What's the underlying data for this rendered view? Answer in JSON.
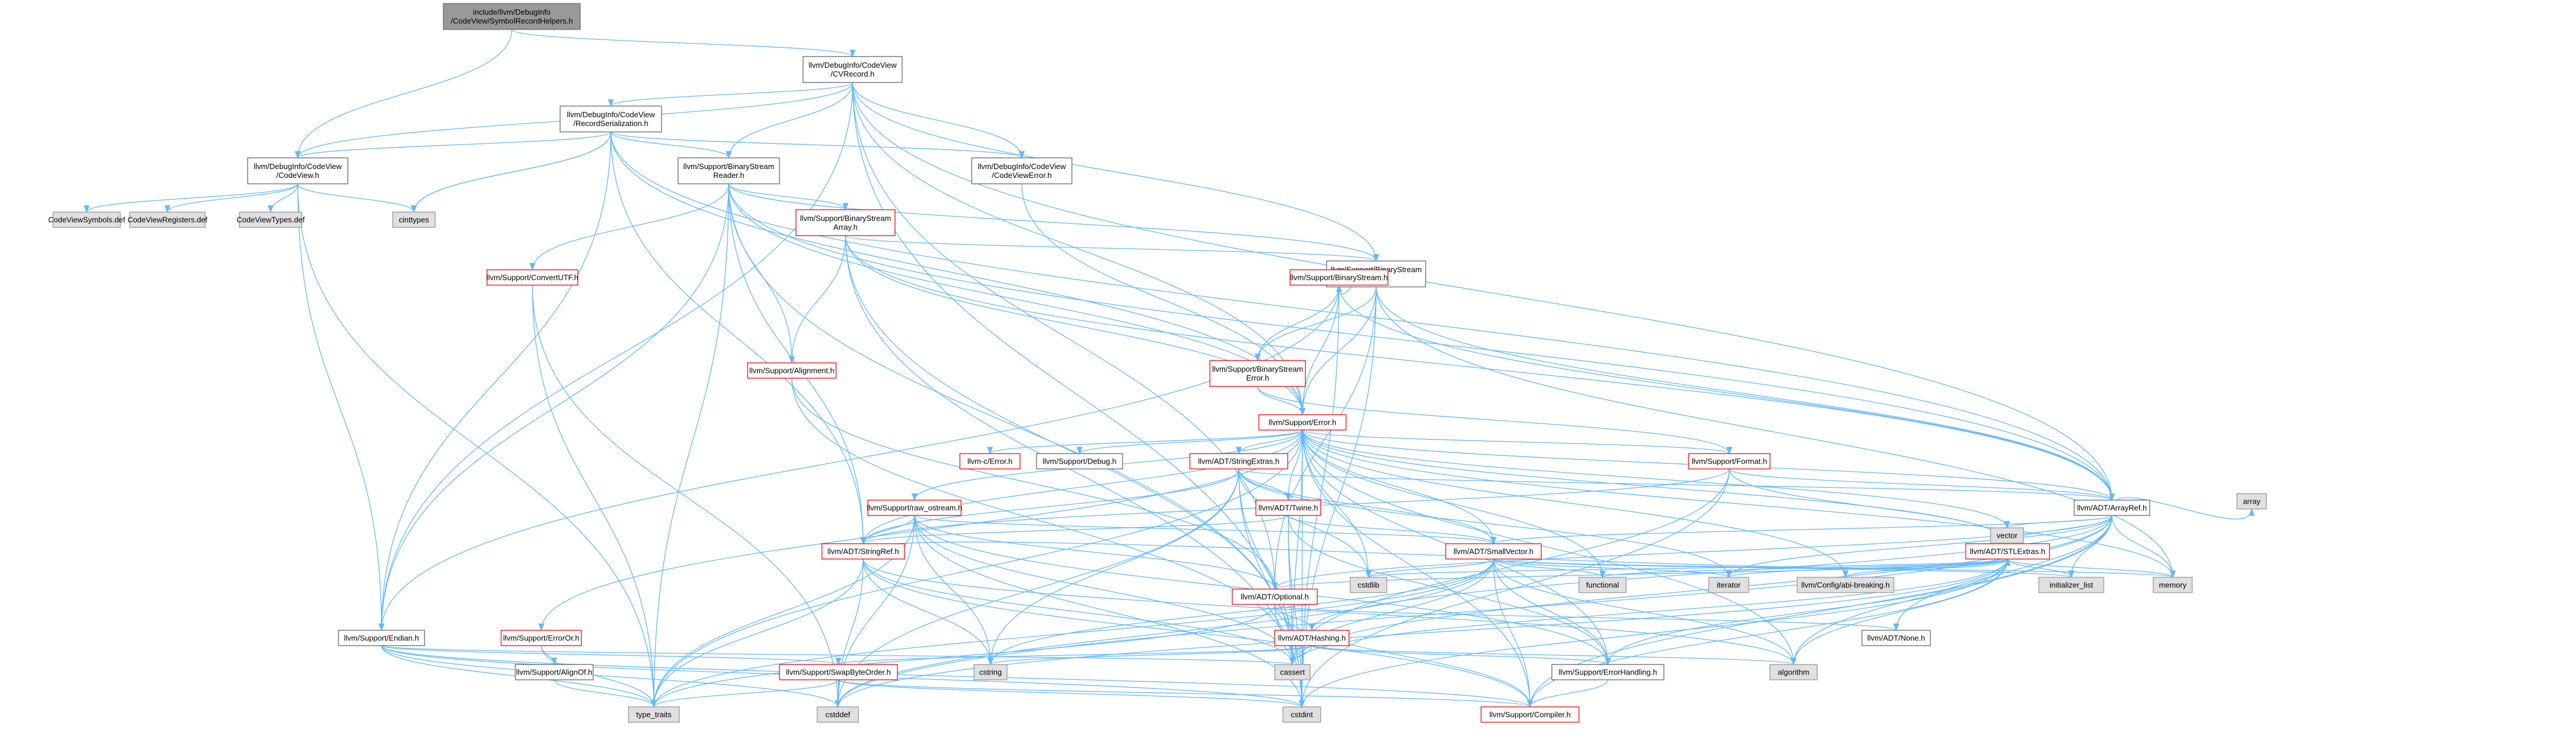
{
  "colors": {
    "edge": "#63b8ff",
    "root_fill": "#999999",
    "root_stroke": "#666666",
    "doc_fill": "#ffffff",
    "doc_stroke": "#666666",
    "truncated_stroke": "#ff0000",
    "external_fill": "#e0e0e0",
    "external_stroke": "#999999",
    "text": "#000000",
    "truncated_text": "#000000"
  },
  "nodes": [
    {
      "id": "root",
      "kind": "root",
      "lines": [
        "include/llvm/DebugInfo",
        "/CodeView/SymbolRecordHelpers.h"
      ]
    },
    {
      "id": "cvrecord",
      "kind": "doc",
      "lines": [
        "llvm/DebugInfo/CodeView",
        "/CVRecord.h"
      ]
    },
    {
      "id": "codeview",
      "kind": "doc",
      "lines": [
        "llvm/DebugInfo/CodeView",
        "/CodeView.h"
      ]
    },
    {
      "id": "recser",
      "kind": "doc",
      "lines": [
        "llvm/DebugInfo/CodeView",
        "/RecordSerialization.h"
      ]
    },
    {
      "id": "cverror",
      "kind": "doc",
      "lines": [
        "llvm/DebugInfo/CodeView",
        "/CodeViewError.h"
      ]
    },
    {
      "id": "bsreader",
      "kind": "doc",
      "lines": [
        "llvm/Support/BinaryStream",
        "Reader.h"
      ]
    },
    {
      "id": "cvsymbols",
      "kind": "ext",
      "lines": [
        "CodeViewSymbols.def"
      ]
    },
    {
      "id": "cvregisters",
      "kind": "ext",
      "lines": [
        "CodeViewRegisters.def"
      ]
    },
    {
      "id": "cvtypes",
      "kind": "ext",
      "lines": [
        "CodeViewTypes.def"
      ]
    },
    {
      "id": "cinttypes",
      "kind": "ext",
      "lines": [
        "cinttypes"
      ]
    },
    {
      "id": "bsarray",
      "kind": "trunc",
      "lines": [
        "llvm/Support/BinaryStream",
        "Array.h"
      ]
    },
    {
      "id": "bsref",
      "kind": "doc",
      "lines": [
        "llvm/Support/BinaryStream",
        "Ref.h"
      ]
    },
    {
      "id": "convertutf",
      "kind": "trunc",
      "lines": [
        "llvm/Support/ConvertUTF.h"
      ]
    },
    {
      "id": "bstream",
      "kind": "trunc",
      "lines": [
        "llvm/Support/BinaryStream.h"
      ]
    },
    {
      "id": "alignment",
      "kind": "trunc",
      "lines": [
        "llvm/Support/Alignment.h"
      ]
    },
    {
      "id": "bserror",
      "kind": "trunc",
      "lines": [
        "llvm/Support/BinaryStream",
        "Error.h"
      ]
    },
    {
      "id": "error",
      "kind": "trunc",
      "lines": [
        "llvm/Support/Error.h"
      ]
    },
    {
      "id": "cerror",
      "kind": "trunc",
      "lines": [
        "llvm-c/Error.h"
      ]
    },
    {
      "id": "debug",
      "kind": "doc",
      "lines": [
        "llvm/Support/Debug.h"
      ]
    },
    {
      "id": "stringextras",
      "kind": "trunc",
      "lines": [
        "llvm/ADT/StringExtras.h"
      ]
    },
    {
      "id": "format",
      "kind": "trunc",
      "lines": [
        "llvm/Support/Format.h"
      ]
    },
    {
      "id": "arrayref",
      "kind": "doc",
      "lines": [
        "llvm/ADT/ArrayRef.h"
      ]
    },
    {
      "id": "rawostream",
      "kind": "trunc",
      "lines": [
        "llvm/Support/raw_ostream.h"
      ]
    },
    {
      "id": "twine",
      "kind": "trunc",
      "lines": [
        "llvm/ADT/Twine.h"
      ]
    },
    {
      "id": "stlextras",
      "kind": "trunc",
      "lines": [
        "llvm/ADT/STLExtras.h"
      ]
    },
    {
      "id": "vector",
      "kind": "ext",
      "lines": [
        "vector"
      ]
    },
    {
      "id": "array",
      "kind": "ext",
      "lines": [
        "array"
      ]
    },
    {
      "id": "stringref",
      "kind": "trunc",
      "lines": [
        "llvm/ADT/StringRef.h"
      ]
    },
    {
      "id": "smallvector",
      "kind": "trunc",
      "lines": [
        "llvm/ADT/SmallVector.h"
      ]
    },
    {
      "id": "cstdlib",
      "kind": "ext",
      "lines": [
        "cstdlib"
      ]
    },
    {
      "id": "functional",
      "kind": "ext",
      "lines": [
        "functional"
      ]
    },
    {
      "id": "iterator",
      "kind": "ext",
      "lines": [
        "iterator"
      ]
    },
    {
      "id": "configbreak",
      "kind": "ext",
      "lines": [
        "llvm/Config/abi-breaking.h"
      ]
    },
    {
      "id": "initlist",
      "kind": "ext",
      "lines": [
        "initializer_list"
      ]
    },
    {
      "id": "memory",
      "kind": "ext",
      "lines": [
        "memory"
      ]
    },
    {
      "id": "optional",
      "kind": "trunc",
      "lines": [
        "llvm/ADT/Optional.h"
      ]
    },
    {
      "id": "none",
      "kind": "doc",
      "lines": [
        "llvm/ADT/None.h"
      ]
    },
    {
      "id": "erroror",
      "kind": "trunc",
      "lines": [
        "llvm/Support/ErrorOr.h"
      ]
    },
    {
      "id": "hashing",
      "kind": "trunc",
      "lines": [
        "llvm/ADT/Hashing.h"
      ]
    },
    {
      "id": "endian",
      "kind": "doc",
      "lines": [
        "llvm/Support/Endian.h"
      ]
    },
    {
      "id": "alignof",
      "kind": "doc",
      "lines": [
        "llvm/Support/AlignOf.h"
      ]
    },
    {
      "id": "swapbyte",
      "kind": "trunc",
      "lines": [
        "llvm/Support/SwapByteOrder.h"
      ]
    },
    {
      "id": "cstring",
      "kind": "ext",
      "lines": [
        "cstring"
      ]
    },
    {
      "id": "cassert",
      "kind": "ext",
      "lines": [
        "cassert"
      ]
    },
    {
      "id": "errorhandling",
      "kind": "doc",
      "lines": [
        "llvm/Support/ErrorHandling.h"
      ]
    },
    {
      "id": "algorithm",
      "kind": "ext",
      "lines": [
        "algorithm"
      ]
    },
    {
      "id": "typetraits",
      "kind": "ext",
      "lines": [
        "type_traits"
      ]
    },
    {
      "id": "cstddef",
      "kind": "ext",
      "lines": [
        "cstddef"
      ]
    },
    {
      "id": "cstdint",
      "kind": "ext",
      "lines": [
        "cstdint"
      ]
    },
    {
      "id": "compiler",
      "kind": "trunc",
      "lines": [
        "llvm/Support/Compiler.h"
      ]
    }
  ],
  "edges": [
    [
      "root",
      "cvrecord"
    ],
    [
      "root",
      "codeview"
    ],
    [
      "cvrecord",
      "codeview"
    ],
    [
      "cvrecord",
      "recser"
    ],
    [
      "cvrecord",
      "cverror"
    ],
    [
      "cvrecord",
      "bsreader"
    ],
    [
      "cvrecord",
      "bsref"
    ],
    [
      "cvrecord",
      "error"
    ],
    [
      "cvrecord",
      "arrayref"
    ],
    [
      "cvrecord",
      "endian"
    ],
    [
      "cvrecord",
      "cstdint"
    ],
    [
      "cvrecord",
      "optional"
    ],
    [
      "codeview",
      "cvsymbols"
    ],
    [
      "codeview",
      "cvregisters"
    ],
    [
      "codeview",
      "cvtypes"
    ],
    [
      "codeview",
      "cinttypes"
    ],
    [
      "codeview",
      "endian"
    ],
    [
      "codeview",
      "typetraits"
    ],
    [
      "recser",
      "codeview"
    ],
    [
      "recser",
      "cverror"
    ],
    [
      "recser",
      "bsreader"
    ],
    [
      "recser",
      "cinttypes"
    ],
    [
      "recser",
      "arrayref"
    ],
    [
      "recser",
      "stringref"
    ],
    [
      "recser",
      "endian"
    ],
    [
      "recser",
      "error"
    ],
    [
      "recser",
      "cinttypes"
    ],
    [
      "cverror",
      "error"
    ],
    [
      "bsreader",
      "bsarray"
    ],
    [
      "bsreader",
      "bsref"
    ],
    [
      "bsreader",
      "convertutf"
    ],
    [
      "bsreader",
      "alignment"
    ],
    [
      "bsreader",
      "error"
    ],
    [
      "bsreader",
      "arrayref"
    ],
    [
      "bsreader",
      "stringref"
    ],
    [
      "bsreader",
      "endian"
    ],
    [
      "bsreader",
      "typetraits"
    ],
    [
      "bsreader",
      "cassert"
    ],
    [
      "bsarray",
      "bsref"
    ],
    [
      "bsarray",
      "alignment"
    ],
    [
      "bsarray",
      "error"
    ],
    [
      "bsarray",
      "arrayref"
    ],
    [
      "bsarray",
      "cassert"
    ],
    [
      "bsarray",
      "cstdint"
    ],
    [
      "bsref",
      "bstream"
    ],
    [
      "bsref",
      "bserror"
    ],
    [
      "bsref",
      "error"
    ],
    [
      "bsref",
      "arrayref"
    ],
    [
      "bsref",
      "optional"
    ],
    [
      "bsref",
      "cstdint"
    ],
    [
      "bsref",
      "memory"
    ],
    [
      "bstream",
      "bserror"
    ],
    [
      "bstream",
      "error"
    ],
    [
      "bstream",
      "arrayref"
    ],
    [
      "bstream",
      "endian"
    ],
    [
      "bstream",
      "cstdint"
    ],
    [
      "convertutf",
      "typetraits"
    ],
    [
      "convertutf",
      "cstddef"
    ],
    [
      "alignment",
      "cassert"
    ],
    [
      "alignment",
      "optional"
    ],
    [
      "bserror",
      "error"
    ],
    [
      "bserror",
      "format"
    ],
    [
      "error",
      "cerror"
    ],
    [
      "error",
      "debug"
    ],
    [
      "error",
      "stringextras"
    ],
    [
      "error",
      "format"
    ],
    [
      "error",
      "arrayref"
    ],
    [
      "error",
      "rawostream"
    ],
    [
      "error",
      "twine"
    ],
    [
      "error",
      "stringref"
    ],
    [
      "error",
      "smallvector"
    ],
    [
      "error",
      "cstdlib"
    ],
    [
      "error",
      "functional"
    ],
    [
      "error",
      "configbreak"
    ],
    [
      "error",
      "memory"
    ],
    [
      "error",
      "errorhandling"
    ],
    [
      "error",
      "erroror"
    ],
    [
      "error",
      "cassert"
    ],
    [
      "error",
      "typetraits"
    ],
    [
      "error",
      "cstdint"
    ],
    [
      "error",
      "compiler"
    ],
    [
      "error",
      "vector"
    ],
    [
      "error",
      "stlextras"
    ],
    [
      "error",
      "algorithm"
    ],
    [
      "stringextras",
      "arrayref"
    ],
    [
      "stringextras",
      "stringref"
    ],
    [
      "stringextras",
      "twine"
    ],
    [
      "stringextras",
      "smallvector"
    ],
    [
      "stringextras",
      "cstddef"
    ],
    [
      "stringextras",
      "cstdint"
    ],
    [
      "stringextras",
      "cstring"
    ],
    [
      "stringextras",
      "iterator"
    ],
    [
      "stringextras",
      "cassert"
    ],
    [
      "stringextras",
      "cstdlib"
    ],
    [
      "format",
      "arrayref"
    ],
    [
      "format",
      "stringref"
    ],
    [
      "format",
      "stlextras"
    ],
    [
      "format",
      "cassert"
    ],
    [
      "format",
      "cstdint"
    ],
    [
      "arrayref",
      "hashing"
    ],
    [
      "arrayref",
      "smallvector"
    ],
    [
      "arrayref",
      "stlextras"
    ],
    [
      "arrayref",
      "compiler"
    ],
    [
      "arrayref",
      "algorithm"
    ],
    [
      "arrayref",
      "array"
    ],
    [
      "arrayref",
      "cassert"
    ],
    [
      "arrayref",
      "cstddef"
    ],
    [
      "arrayref",
      "initlist"
    ],
    [
      "arrayref",
      "iterator"
    ],
    [
      "arrayref",
      "memory"
    ],
    [
      "arrayref",
      "type_traits"
    ],
    [
      "arrayref",
      "vector"
    ],
    [
      "arrayref",
      "none"
    ],
    [
      "arrayref",
      "optional"
    ],
    [
      "rawostream",
      "stringref"
    ],
    [
      "rawostream",
      "optional"
    ],
    [
      "rawostream",
      "cassert"
    ],
    [
      "rawostream",
      "cstddef"
    ],
    [
      "rawostream",
      "cstdint"
    ],
    [
      "rawostream",
      "cstring"
    ],
    [
      "rawostream",
      "typetraits"
    ],
    [
      "rawostream",
      "errorhandling"
    ],
    [
      "rawostream",
      "smallvector"
    ],
    [
      "twine",
      "smallvector"
    ],
    [
      "twine",
      "stringref"
    ],
    [
      "twine",
      "errorhandling"
    ],
    [
      "twine",
      "cassert"
    ],
    [
      "twine",
      "cstdint"
    ],
    [
      "stlextras",
      "optional"
    ],
    [
      "stlextras",
      "functional"
    ],
    [
      "stlextras",
      "iterator"
    ],
    [
      "stlextras",
      "configbreak"
    ],
    [
      "stlextras",
      "initlist"
    ],
    [
      "stlextras",
      "memory"
    ],
    [
      "stlextras",
      "algorithm"
    ],
    [
      "stlextras",
      "cassert"
    ],
    [
      "stlextras",
      "cstddef"
    ],
    [
      "stlextras",
      "cstdint"
    ],
    [
      "stlextras",
      "cstdlib"
    ],
    [
      "stlextras",
      "errorhandling"
    ],
    [
      "stlextras",
      "compiler"
    ],
    [
      "stringref",
      "stlextras"
    ],
    [
      "stringref",
      "compiler"
    ],
    [
      "stringref",
      "algorithm"
    ],
    [
      "stringref",
      "cassert"
    ],
    [
      "stringref",
      "cstddef"
    ],
    [
      "stringref",
      "cstring"
    ],
    [
      "stringref",
      "typetraits"
    ],
    [
      "smallvector",
      "compiler"
    ],
    [
      "smallvector",
      "algorithm"
    ],
    [
      "smallvector",
      "cassert"
    ],
    [
      "smallvector",
      "cstddef"
    ],
    [
      "smallvector",
      "cstdlib"
    ],
    [
      "smallvector",
      "cstring"
    ],
    [
      "smallvector",
      "functional"
    ],
    [
      "smallvector",
      "initlist"
    ],
    [
      "smallvector",
      "iterator"
    ],
    [
      "smallvector",
      "memory"
    ],
    [
      "smallvector",
      "typetraits"
    ],
    [
      "smallvector",
      "errorhandling"
    ],
    [
      "optional",
      "none"
    ],
    [
      "optional",
      "hashing"
    ],
    [
      "optional",
      "compiler"
    ],
    [
      "optional",
      "cassert"
    ],
    [
      "optional",
      "typetraits"
    ],
    [
      "erroror",
      "alignof"
    ],
    [
      "erroror",
      "typetraits"
    ],
    [
      "hashing",
      "errorhandling"
    ],
    [
      "hashing",
      "swapbyte"
    ],
    [
      "hashing",
      "algorithm"
    ],
    [
      "hashing",
      "cassert"
    ],
    [
      "hashing",
      "cstring"
    ],
    [
      "endian",
      "swapbyte"
    ],
    [
      "endian",
      "compiler"
    ],
    [
      "endian",
      "cassert"
    ],
    [
      "endian",
      "cstddef"
    ],
    [
      "endian",
      "cstdint"
    ],
    [
      "endian",
      "typetraits"
    ],
    [
      "alignof",
      "typetraits"
    ],
    [
      "swapbyte",
      "cstddef"
    ],
    [
      "swapbyte",
      "cstdint"
    ],
    [
      "swapbyte",
      "typetraits"
    ],
    [
      "swapbyte",
      "compiler"
    ],
    [
      "errorhandling",
      "compiler"
    ]
  ]
}
